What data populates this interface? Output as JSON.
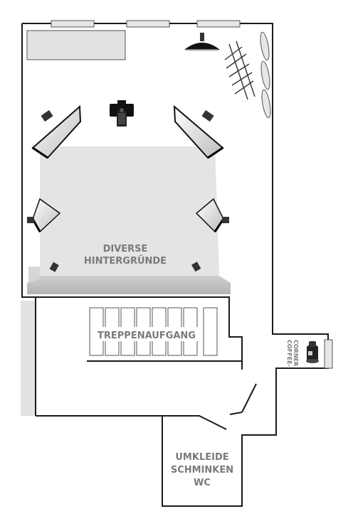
{
  "labels": {
    "backdrops": [
      "DIVERSE",
      "HINTERGRÜNDE"
    ],
    "stairs": "TREPPENAUFGANG",
    "coffee": [
      "COFFEE-",
      "CORNER"
    ],
    "changing": [
      "UMKLEIDE",
      "SCHMINKEN",
      "WC"
    ]
  },
  "icons": {
    "camera": "camera-icon",
    "softbox": "softbox-light-icon",
    "ceiling_lamp": "ceiling-lamp-icon",
    "coffee_machine": "coffee-machine-icon"
  },
  "colors": {
    "wall": "#1a1a1a",
    "backdrop": "#e4e4e4",
    "label": "#7a7a7a",
    "fixture": "#e6e6e6"
  }
}
